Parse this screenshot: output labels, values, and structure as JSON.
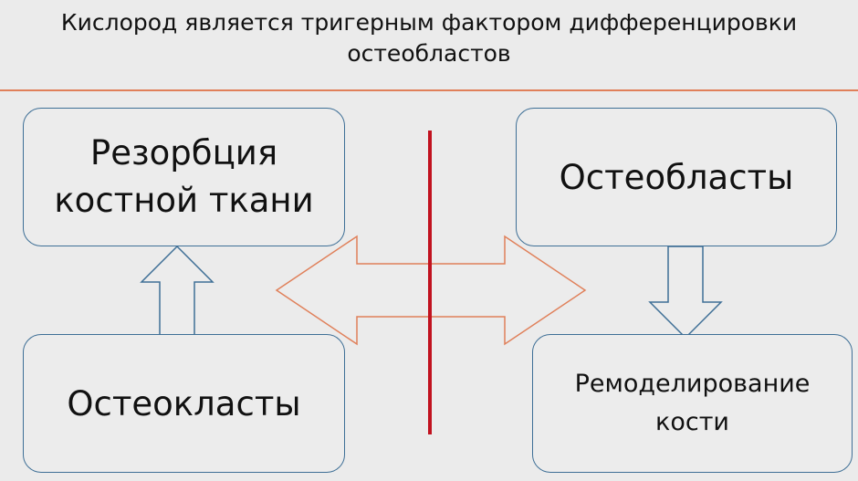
{
  "title": "Кислород является тригерным  фактором дифференцировки\nостеобластов",
  "boxes": {
    "resorption": "Резорбция\nкостной ткани",
    "osteoblasts": "Остеобласты",
    "osteoclasts": "Остеокласты",
    "remodeling": "Ремоделирование\nкости"
  },
  "colors": {
    "box_border": "#3e6f96",
    "divider": "#e0805a",
    "double_arrow": "#e0805a",
    "vertical_line": "#c1121f",
    "background": "#ebebeb"
  }
}
